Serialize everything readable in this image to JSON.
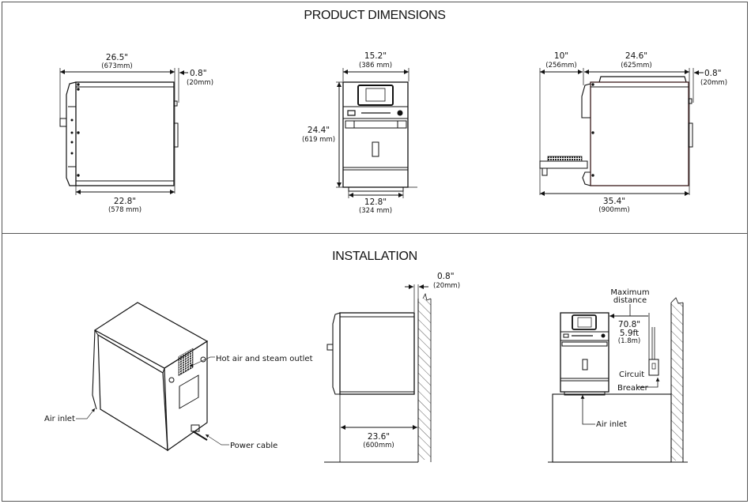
{
  "sections": {
    "dimensions": {
      "title": "PRODUCT DIMENSIONS",
      "side_view": {
        "overall_depth": {
          "imperial": "26.5\"",
          "metric": "(673mm)"
        },
        "rear_clearance": {
          "imperial": "0.8\"",
          "metric": "(20mm)"
        },
        "body_depth": {
          "imperial": "22.8\"",
          "metric": "(578 mm)"
        }
      },
      "front_view": {
        "width": {
          "imperial": "15.2\"",
          "metric": "(386 mm)"
        },
        "height": {
          "imperial": "24.4\"",
          "metric": "(619 mm)"
        },
        "base_width": {
          "imperial": "12.8\"",
          "metric": "(324 mm)"
        }
      },
      "door_open_view": {
        "door_depth": {
          "imperial": "10\"",
          "metric": "(256mm)"
        },
        "body_depth": {
          "imperial": "24.6\"",
          "metric": "(625mm)"
        },
        "rear_clearance": {
          "imperial": "0.8\"",
          "metric": "(20mm)"
        },
        "total_depth": {
          "imperial": "35.4\"",
          "metric": "(900mm)"
        }
      }
    },
    "installation": {
      "title": "INSTALLATION",
      "iso_view": {
        "hot_air_label": "Hot air and steam outlet",
        "air_inlet_label": "Air inlet",
        "power_cable_label": "Power cable"
      },
      "wall_view": {
        "wall_clearance": {
          "imperial": "0.8\"",
          "metric": "(20mm)"
        },
        "counter_depth": {
          "imperial": "23.6\"",
          "metric": "(600mm)"
        }
      },
      "breaker_view": {
        "max_distance_line1": "Maximum",
        "max_distance_line2": "distance",
        "distance_in": "70.8\"",
        "distance_ft": "5.9ft",
        "distance_m": "(1.8m)",
        "breaker_line1": "Circuit",
        "breaker_line2": "Breaker",
        "air_inlet_label": "Air inlet"
      }
    }
  }
}
